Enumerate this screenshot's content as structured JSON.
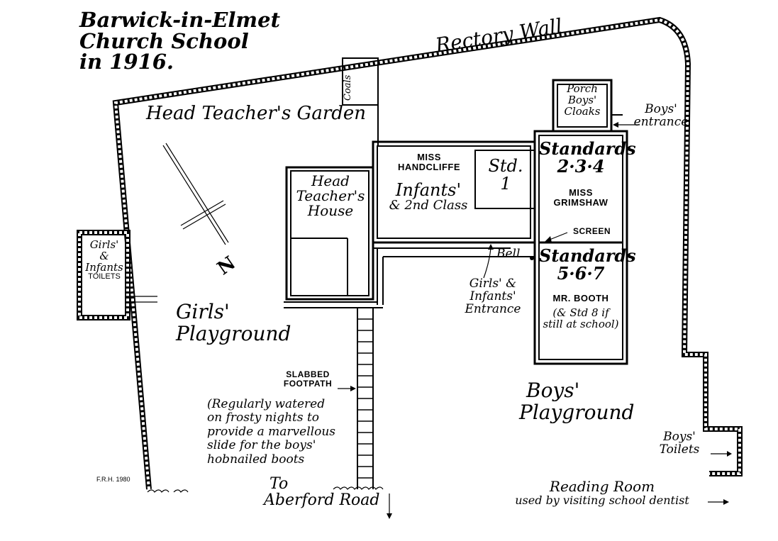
{
  "title": {
    "line1": "Barwick-in-Elmet",
    "line2": "Church School",
    "line3": "in 1916."
  },
  "labels": {
    "rectory_wall": "Rectory Wall",
    "coals": "Coals",
    "head_teachers_garden": "Head Teacher's Garden",
    "porch": "Porch",
    "boys_cloaks_1": "Boys'",
    "boys_cloaks_2": "Cloaks",
    "boys_entrance_1": "Boys'",
    "boys_entrance_2": "entrance",
    "miss_handcliffe_1": "MISS",
    "miss_handcliffe_2": "HANDCLIFFE",
    "infants_1": "Infants'",
    "infants_2": "& 2nd Class",
    "std1_1": "Std.",
    "std1_2": "1",
    "standards234_1": "Standards",
    "standards234_2": "2·3·4",
    "miss_grimshaw_1": "MISS",
    "miss_grimshaw_2": "GRIMSHAW",
    "screen": "SCREEN",
    "head_house_1": "Head",
    "head_house_2": "Teacher's",
    "head_house_3": "House",
    "bell": "Bell",
    "standards567_1": "Standards",
    "standards567_2": "5·6·7",
    "mr_booth": "MR. BOOTH",
    "booth_note_1": "(& Std 8 if",
    "booth_note_2": "still at school)",
    "girls_infants_entrance_1": "Girls' &",
    "girls_infants_entrance_2": "Infants'",
    "girls_infants_entrance_3": "Entrance",
    "girls_toilets_1": "Girls'",
    "girls_toilets_2": "&",
    "girls_toilets_3": "Infants",
    "girls_toilets_4": "TOILETS",
    "north": "N",
    "girls_playground_1": "Girls'",
    "girls_playground_2": "Playground",
    "slabbed_1": "SLABBED",
    "slabbed_2": "FOOTPATH",
    "footpath_note_1": "(Regularly watered",
    "footpath_note_2": "on frosty nights to",
    "footpath_note_3": "provide a marvellous",
    "footpath_note_4": "slide for the boys'",
    "footpath_note_5": "hobnailed boots",
    "boys_playground_1": "Boys'",
    "boys_playground_2": "Playground",
    "boys_toilets_1": "Boys'",
    "boys_toilets_2": "Toilets",
    "to_aberford_1": "To",
    "to_aberford_2": "Aberford Road",
    "reading_room_1": "Reading Room",
    "reading_room_2": "used by visiting school dentist",
    "initials": "F.R.H. 1980"
  }
}
